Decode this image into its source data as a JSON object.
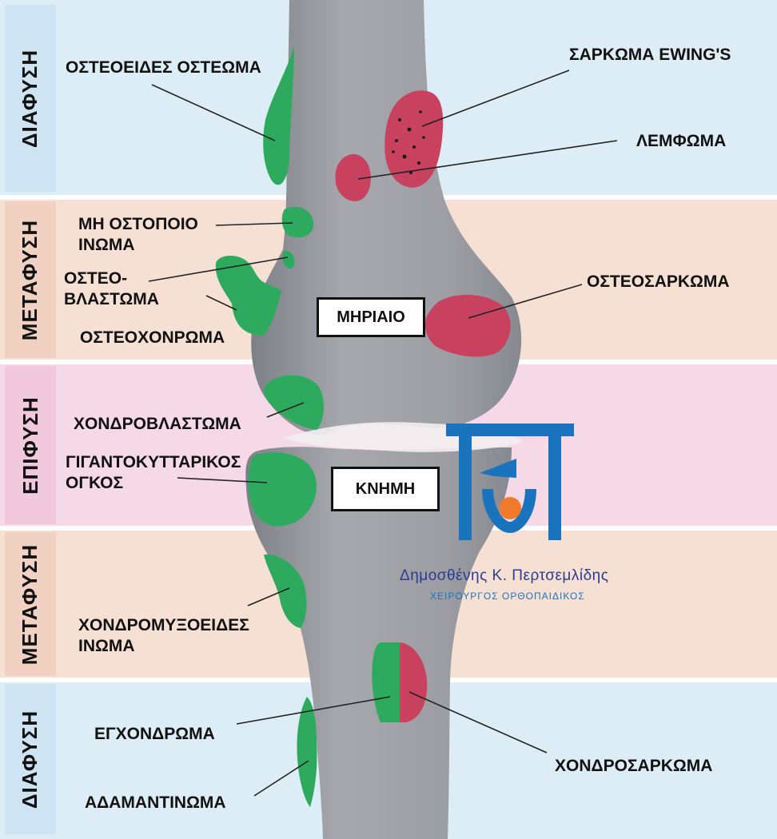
{
  "colors": {
    "diaphysis_bg": "#dcedf6",
    "metaphysis_bg": "#f6e0d3",
    "epiphysis_bg": "#f6d9e6",
    "tab_diaphysis": "#cfe4f3",
    "tab_metaphysis": "#f1d2c2",
    "tab_epiphysis": "#f2c9dc",
    "bone": "#9fa1a6",
    "bone_shade": "#7d8086",
    "benign_green": "#2eaa5e",
    "malignant_red": "#c8415f",
    "logo_blue": "#1a74bd",
    "logo_orange": "#f07a2a",
    "name_navy": "#2a3d8f"
  },
  "zones": [
    {
      "label": "ΔΙΑΦΥΣΗ",
      "type": "diaphysis"
    },
    {
      "label": "ΜΕΤΑΦΥΣΗ",
      "type": "metaphysis"
    },
    {
      "label": "ΕΠΙΦΥΣΗ",
      "type": "epiphysis"
    },
    {
      "label": "ΜΕΤΑΦΥΣΗ",
      "type": "metaphysis"
    },
    {
      "label": "ΔΙΑΦΥΣΗ",
      "type": "diaphysis"
    }
  ],
  "bones": {
    "femur": "ΜΗΡΙΑΙΟ",
    "tibia": "ΚΝΗΜΗ"
  },
  "tumors_left": {
    "osteoid_osteoma": "ΟΣΤΕΟΕΙΔΕΣ ΟΣΤΕΩΜΑ",
    "nof_line1": "ΜΗ ΟΣΤΟΠΟΙΟ",
    "nof_line2": "ΙΝΩΜΑ",
    "osteoblastoma_line1": "ΟΣΤΕΟ-",
    "osteoblastoma_line2": "ΒΛΑΣΤΩΜΑ",
    "osteochondroma": "ΟΣΤΕΟΧΟΝΡΩΜΑ",
    "chondroblastoma": "ΧΟΝΔΡΟΒΛΑΣΤΩΜΑ",
    "giant_cell_line1": "ΓΙΓΑΝΤΟΚΥΤΤΑΡΙΚΟΣ",
    "giant_cell_line2": "ΟΓΚΟΣ",
    "cmf_line1": "ΧΟΝΔΡΟΜΥΞΟΕΙΔΕΣ",
    "cmf_line2": "ΙΝΩΜΑ",
    "enchondroma": "ΕΓΧΟΝΔΡΩΜΑ",
    "adamantinoma": "ΑΔΑΜΑΝΤΙΝΩΜΑ"
  },
  "tumors_right": {
    "ewing": "ΣΑΡΚΩΜΑ EWING'S",
    "lymphoma": "ΛΕΜΦΩΜΑ",
    "osteosarcoma": "ΟΣΤΕΟΣΑΡΚΩΜΑ",
    "chondrosarcoma": "ΧΟΝΔΡΟΣΑΡΚΩΜΑ"
  },
  "signature": {
    "logo_icon": "orthopaedic-surgeon-logo-icon",
    "name": "Δημοσθένης Κ. Περτσεμλίδης",
    "title": "ΧΕΙΡΟΥΡΓΟΣ ΟΡΘΟΠΑΙΔΙΚΟΣ"
  }
}
